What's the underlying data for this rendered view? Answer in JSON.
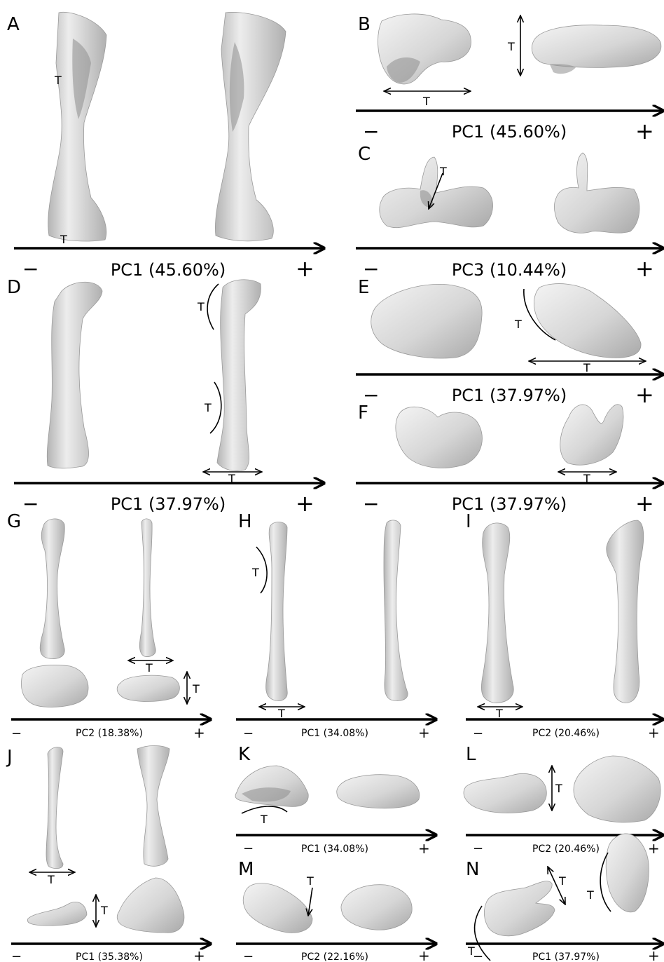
{
  "panels": [
    {
      "letter": "A",
      "axis": "PC1 (45.60%)",
      "minus": "−",
      "plus": "+"
    },
    {
      "letter": "B",
      "axis": "PC1 (45.60%)",
      "minus": "−",
      "plus": "+"
    },
    {
      "letter": "C",
      "axis": "PC3 (10.44%)",
      "minus": "−",
      "plus": "+"
    },
    {
      "letter": "D",
      "axis": "PC1 (37.97%)",
      "minus": "−",
      "plus": "+"
    },
    {
      "letter": "E",
      "axis": "PC1 (37.97%)",
      "minus": "−",
      "plus": "+"
    },
    {
      "letter": "F",
      "axis": "PC1 (37.97%)",
      "minus": "−",
      "plus": "+"
    },
    {
      "letter": "G",
      "axis": "PC2 (18.38%)",
      "minus": "−",
      "plus": "+"
    },
    {
      "letter": "H",
      "axis": "PC1 (34.08%)",
      "minus": "−",
      "plus": "+"
    },
    {
      "letter": "I",
      "axis": "PC2 (20.46%)",
      "minus": "−",
      "plus": "+"
    },
    {
      "letter": "J",
      "axis": "PC1 (35.38%)",
      "minus": "−",
      "plus": "+"
    },
    {
      "letter": "K",
      "axis": "PC1 (34.08%)",
      "minus": "−",
      "plus": "+"
    },
    {
      "letter": "L",
      "axis": "PC2 (20.46%)",
      "minus": "−",
      "plus": "+"
    },
    {
      "letter": "M",
      "axis": "PC2 (22.16%)",
      "minus": "−",
      "plus": "+"
    },
    {
      "letter": "N",
      "axis": "PC1 (37.97%)",
      "minus": "−",
      "plus": "+"
    }
  ],
  "trait_marker": "T",
  "colors": {
    "bone_light": "#ececec",
    "bone_mid": "#c8c8c8",
    "bone_dark": "#8e8e8e",
    "ink": "#000000"
  }
}
